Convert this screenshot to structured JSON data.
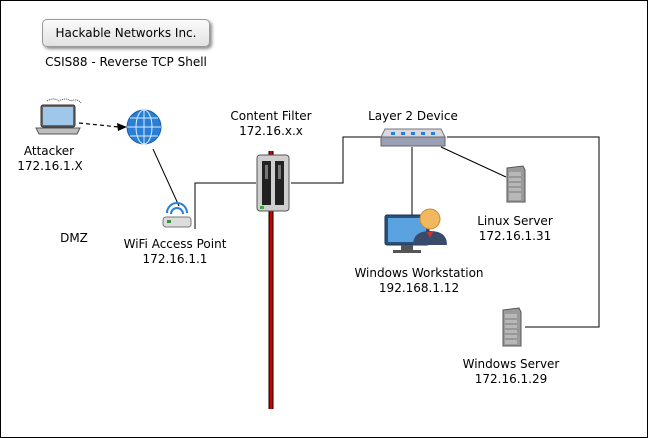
{
  "header": {
    "company": "Hackable Networks Inc.",
    "subtitle": "CSIS88 - Reverse TCP Shell"
  },
  "zone_label": "DMZ",
  "nodes": {
    "attacker": {
      "name": "Attacker",
      "ip": "172.16.1.X",
      "icon": "laptop-icon"
    },
    "internet": {
      "icon": "globe-icon"
    },
    "wifi": {
      "name": "WiFi Access Point",
      "ip": "172.16.1.1",
      "icon": "wifi-router-icon"
    },
    "filter": {
      "name": "Content Filter",
      "ip": "172.16.x.x",
      "icon": "firewall-server-icon"
    },
    "switch": {
      "name": "Layer 2 Device",
      "icon": "switch-icon"
    },
    "workstation": {
      "name": "Windows Workstation",
      "ip": "192.168.1.12",
      "icon": "workstation-user-icon"
    },
    "linux": {
      "name": "Linux Server",
      "ip": "172.16.1.31",
      "icon": "server-tower-icon"
    },
    "winserver": {
      "name": "Windows Server",
      "ip": "172.16.1.29",
      "icon": "server-tower-icon"
    }
  },
  "colors": {
    "wire": "#000000",
    "barrier": "#cc0000",
    "globe": "#2a7fd4",
    "badge_border": "#9a9a9a"
  }
}
